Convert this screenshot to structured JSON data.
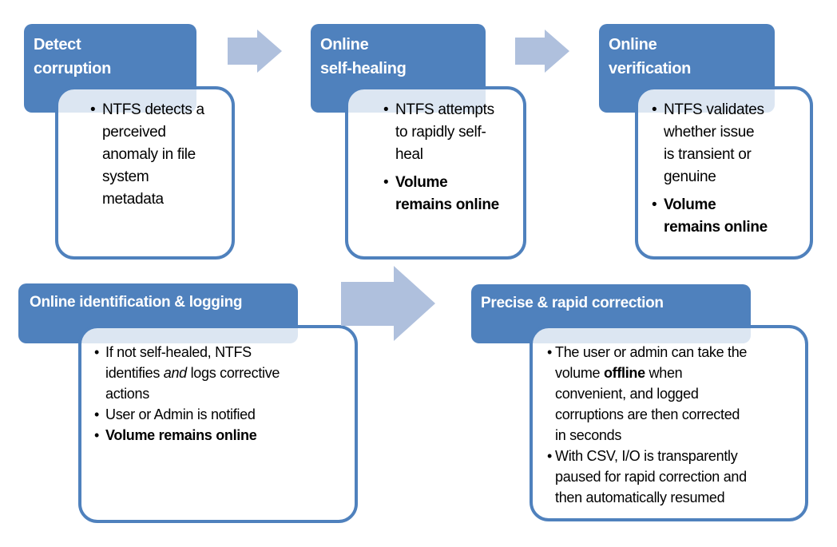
{
  "colors": {
    "page_bg": "#ffffff",
    "header_bg": "#4f81bd",
    "header_text": "#ffffff",
    "content_border": "#4f81bd",
    "content_fill": "rgba(255,255,255,0.8)",
    "arrow_fill": "#afc0dd",
    "body_text": "#000000"
  },
  "boxes": [
    {
      "id": "detect-corruption",
      "title": "Detect\ncorruption",
      "bullets": [
        {
          "segments": [
            {
              "text": "NTFS detects a\nperceived\nanomaly in file\nsystem\nmetadata"
            }
          ]
        }
      ]
    },
    {
      "id": "online-self-healing",
      "title": "Online\nself-healing",
      "bullets": [
        {
          "segments": [
            {
              "text": "NTFS attempts\nto rapidly self-\nheal"
            }
          ]
        },
        {
          "segments": [
            {
              "text": "Volume\nremains online",
              "bold": true
            }
          ]
        }
      ]
    },
    {
      "id": "online-verification",
      "title": "Online\nverification",
      "bullets": [
        {
          "segments": [
            {
              "text": "NTFS validates\nwhether issue\nis transient or\ngenuine"
            }
          ]
        },
        {
          "segments": [
            {
              "text": "Volume\nremains online",
              "bold": true
            }
          ]
        }
      ]
    },
    {
      "id": "online-identification-logging",
      "title": "Online identification & logging",
      "bullets": [
        {
          "segments": [
            {
              "text": "If not self-healed, NTFS\nidentifies "
            },
            {
              "text": "and",
              "italic": true
            },
            {
              "text": " logs corrective\nactions"
            }
          ]
        },
        {
          "segments": [
            {
              "text": "User or Admin is notified"
            }
          ]
        },
        {
          "segments": [
            {
              "text": "Volume remains online",
              "bold": true
            }
          ]
        }
      ]
    },
    {
      "id": "precise-rapid-correction",
      "title": "Precise & rapid correction",
      "bullets": [
        {
          "segments": [
            {
              "text": "The user or admin can take the\nvolume "
            },
            {
              "text": "offline",
              "bold": true
            },
            {
              "text": " when\nconvenient, and logged\ncorruptions are then corrected\nin seconds"
            }
          ]
        },
        {
          "segments": [
            {
              "text": "With CSV, I/O is transparently\npaused for rapid correction and\nthen automatically resumed"
            }
          ]
        }
      ]
    }
  ],
  "arrows": [
    {
      "from": "Detect corruption",
      "to": "Online self-healing",
      "direction": "right"
    },
    {
      "from": "Online self-healing",
      "to": "Online verification",
      "direction": "right"
    },
    {
      "from": "Online identification & logging",
      "to": "Precise & rapid correction",
      "direction": "right"
    }
  ]
}
